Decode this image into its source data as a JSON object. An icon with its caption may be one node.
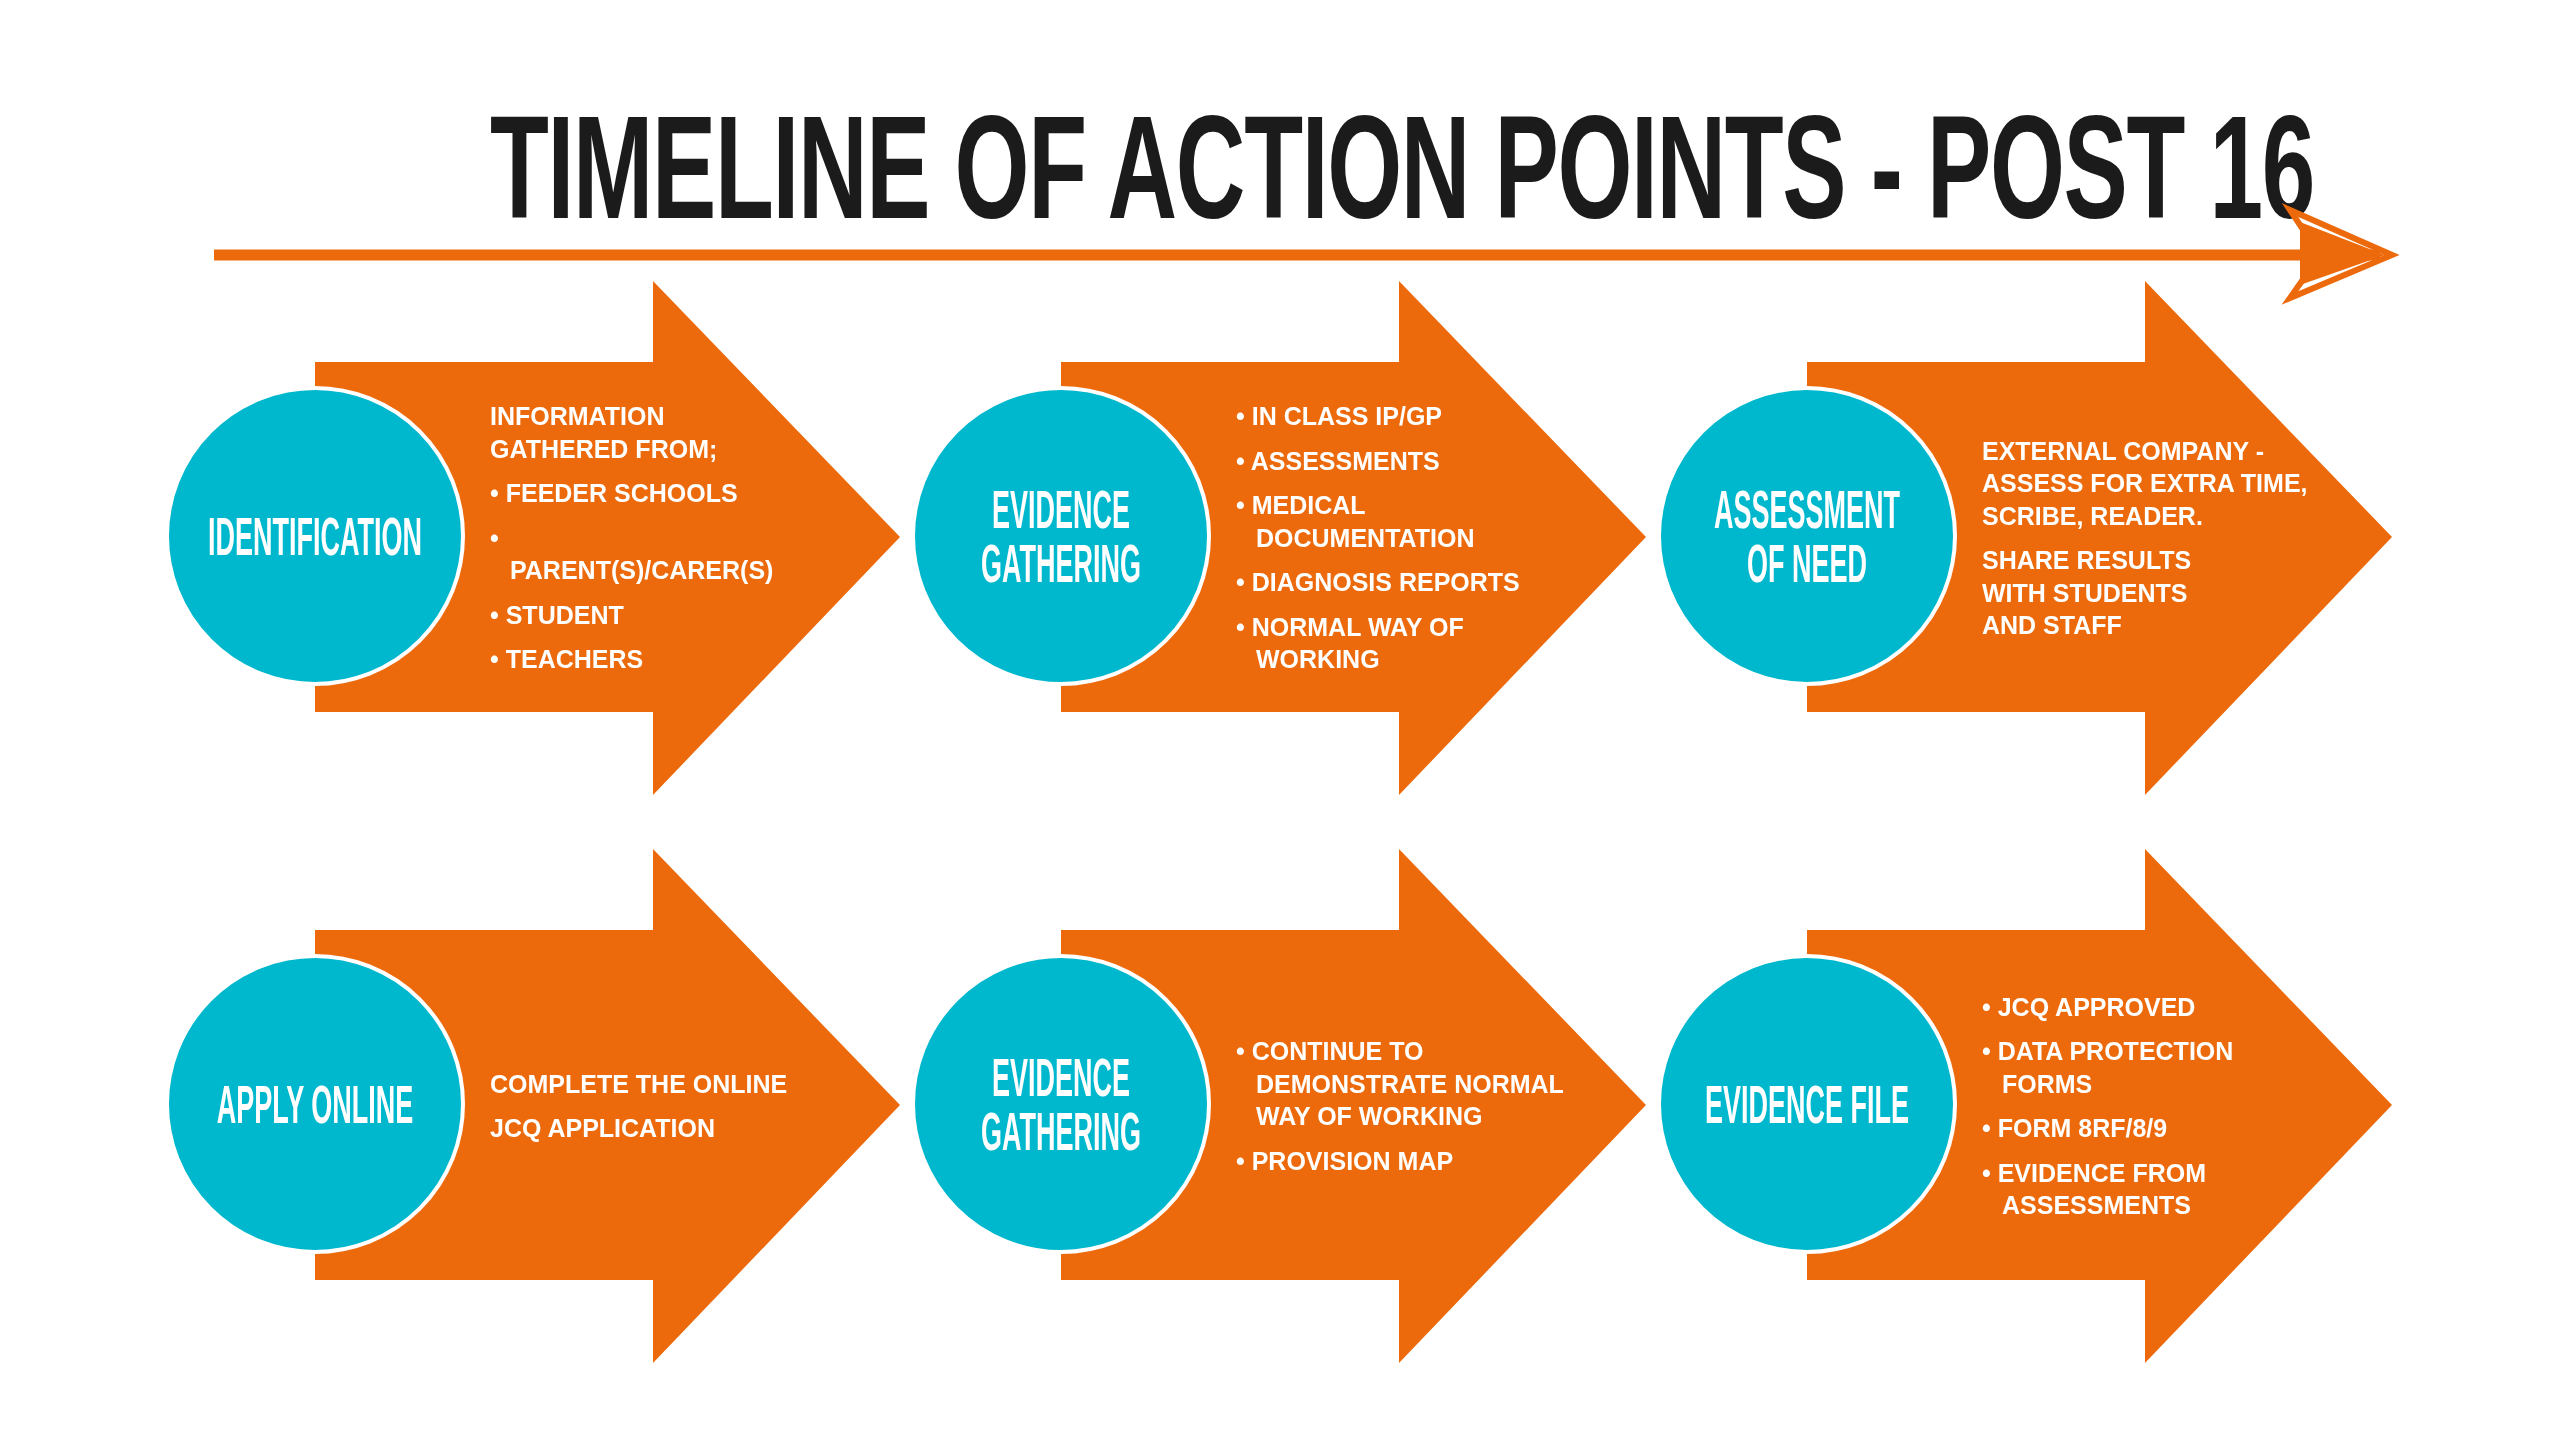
{
  "diagram": {
    "title": "TIMELINE OF ACTION POINTS - POST 16",
    "nodes": [
      {
        "text": [
          "IDENTIFICATION"
        ]
      },
      {
        "text": [
          "INFORMATION GATHERED FROM;",
          "• FEEDER SCHOOLS",
          "• PARENT(S)/CARER(S)",
          "• STUDENT",
          "• TEACHERS"
        ]
      },
      {
        "text": [
          "EVIDENCE GATHERING"
        ]
      },
      {
        "text": [
          "• IN CLASS IP/GP",
          "• ASSESSMENTS",
          "• MEDICAL DOCUMENTATION",
          "• DIAGNOSIS REPORTS",
          "• NORMAL WAY OF WORKING"
        ]
      },
      {
        "text": [
          "ASSESSMENT OF NEED"
        ]
      },
      {
        "text": [
          "EXTERNAL COMPANY - ASSESS FOR EXTRA TIME, SCRIBE, READER.",
          "SHARE RESULTS WITH STUDENTS AND STAFF"
        ]
      },
      {
        "text": [
          "APPLY ONLINE"
        ]
      },
      {
        "text": [
          "COMPLETE THE ONLINE",
          "JCQ APPLICATION"
        ]
      },
      {
        "text": [
          "EVIDENCE GATHERING"
        ]
      },
      {
        "text": [
          "• CONTINUE TO DEMONSTRATE NORMAL WAY OF WORKING",
          "• PROVISION MAP"
        ]
      },
      {
        "text": [
          "EVIDENCE FILE"
        ]
      },
      {
        "text": [
          "• JCQ APPROVED",
          "• DATA PROTECTION FORMS",
          "• FORM 8RF/8/9",
          "• EVIDENCE FROM ASSESSMENTS"
        ]
      }
    ]
  }
}
